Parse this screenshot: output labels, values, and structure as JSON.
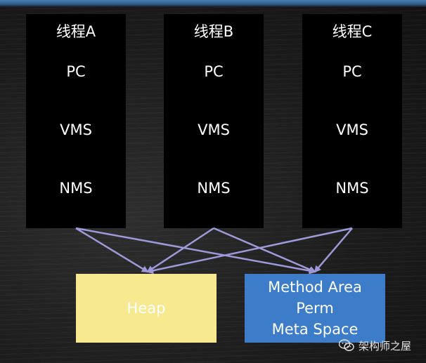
{
  "threads": [
    {
      "title": "线程A",
      "pc": "PC",
      "vms": "VMS",
      "nms": "NMS"
    },
    {
      "title": "线程B",
      "pc": "PC",
      "vms": "VMS",
      "nms": "NMS"
    },
    {
      "title": "线程C",
      "pc": "PC",
      "vms": "VMS",
      "nms": "NMS"
    }
  ],
  "shared": {
    "heap": "Heap",
    "method_area": [
      "Method Area",
      "Perm",
      "Meta Space"
    ]
  },
  "colors": {
    "thread_bg": "#000000",
    "heap_bg": "#f6e98f",
    "method_area_bg": "#3d7cc9",
    "arrow": "#9c9ad8",
    "text": "#ffffff"
  },
  "watermark": {
    "text": "架构师之屋",
    "icon": "wechat-icon"
  }
}
